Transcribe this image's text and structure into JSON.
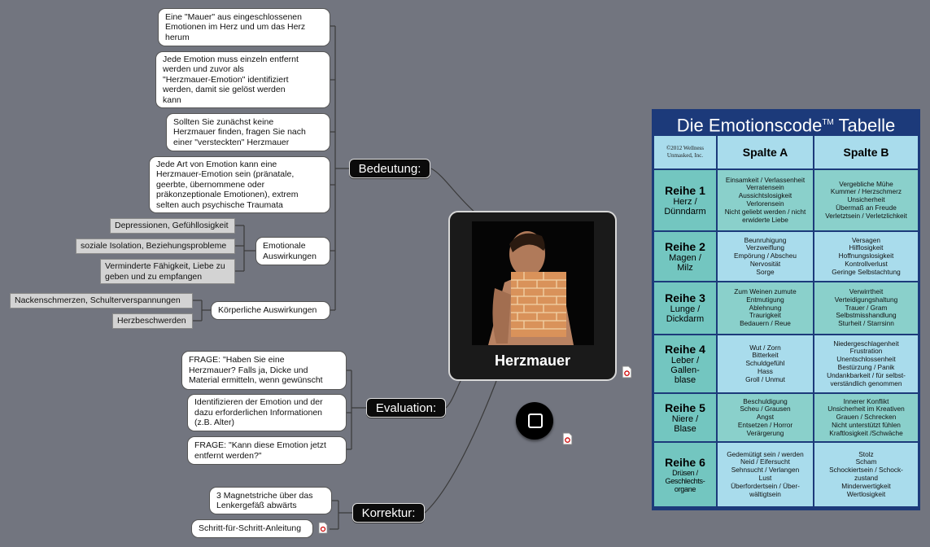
{
  "central": {
    "title": "Herzmauer"
  },
  "branches": {
    "bedeutung": "Bedeutung:",
    "evaluation": "Evaluation:",
    "korrektur": "Korrektur:"
  },
  "bedeutung_nodes": [
    "Eine \"Mauer\" aus eingeschlossenen\nEmotionen im Herz und um das Herz\nherum",
    "Jede Emotion muss einzeln entfernt\nwerden und zuvor als\n\"Herzmauer-Emotion\" identifiziert\nwerden, damit sie gelöst werden\nkann",
    "Sollten Sie zunächst keine\nHerzmauer finden, fragen Sie nach\neiner \"versteckten\" Herzmauer",
    "Jede Art von Emotion kann eine\nHerzmauer-Emotion sein (pränatale,\ngeerbte, übernommene oder\npräkonzeptionale Emotionen), extrem\nselten auch psychische Traumata",
    "Emotionale\nAuswirkungen",
    "Körperliche Auswirkungen"
  ],
  "emotional_effects": [
    "Depressionen, Gefühllosigkeit",
    "soziale Isolation, Beziehungsprobleme",
    "Verminderte Fähigkeit, Liebe zu\ngeben und zu empfangen"
  ],
  "physical_effects": [
    "Nackenschmerzen, Schulterverspannungen",
    "Herzbeschwerden"
  ],
  "evaluation_nodes": [
    "FRAGE: \"Haben Sie eine\nHerzmauer? Falls ja, Dicke und\nMaterial ermitteln, wenn gewünscht",
    "Identifizieren der Emotion und der\ndazu erforderlichen Informationen\n(z.B. Alter)",
    "FRAGE: \"Kann diese Emotion jetzt\nentfernt werden?\""
  ],
  "korrektur_nodes": [
    "3 Magnetstriche über das\nLenkergefäß abwärts",
    "Schritt-für-Schritt-Anleitung"
  ],
  "icons": [
    "pdf-icon",
    "square-icon"
  ],
  "colors": {
    "background": "#72757f",
    "table_bg": "#1c3a7a",
    "table_light": "#a9dcec",
    "table_teal": "#73c6c0"
  },
  "table": {
    "title": "Die Emotionscode",
    "trademark": "TM",
    "title_suffix": "Tabelle",
    "copyright": "©2012 Wellness\nUnmasked, Inc.",
    "col_a": "Spalte A",
    "col_b": "Spalte B",
    "rows": [
      {
        "name": "Reihe 1",
        "organ": "Herz /\nDünndarm",
        "a": "Einsamkeit / Verlassenheit\nVerratensein\nAussichtslosigkeit\nVerlorensein\nNicht geliebt werden / nicht\nerwiderte Liebe",
        "b": "Vergebliche Mühe\nKummer / Herzschmerz\nUnsicherheit\nÜbermaß an Freude\nVerletztsein / Verletzlichkeit"
      },
      {
        "name": "Reihe 2",
        "organ": "Magen /\nMilz",
        "a": "Beunruhigung\nVerzweiflung\nEmpörung / Abscheu\nNervosität\nSorge",
        "b": "Versagen\nHilflosigkeit\nHoffnungslosigkeit\nKontrollverlust\nGeringe Selbstachtung"
      },
      {
        "name": "Reihe 3",
        "organ": "Lunge /\nDickdarm",
        "a": "Zum Weinen zumute\nEntmutigung\nAblehnung\nTraurigkeit\nBedauern / Reue",
        "b": "Verwirrtheit\nVerteidigungshaltung\nTrauer / Gram\nSelbstmisshandlung\nSturheit / Starrsinn"
      },
      {
        "name": "Reihe 4",
        "organ": "Leber /\nGallen-\nblase",
        "a": "Wut / Zorn\nBitterkeit\nSchuldgefühl\nHass\nGroll / Unmut",
        "b": "Niedergeschlagenheit\nFrustration\nUnentschlossenheit\nBestürzung / Panik\nUndankbarkeit / für selbst-\nverständlich genommen"
      },
      {
        "name": "Reihe 5",
        "organ": "Niere /\nBlase",
        "a": "Beschuldigung\nScheu / Grausen\nAngst\nEntsetzen / Horror\nVerärgerung",
        "b": "Innerer Konflikt\nUnsicherheit im Kreativen\nGrauen / Schrecken\nNicht unterstützt fühlen\nKraftlosigkeit /Schwäche"
      },
      {
        "name": "Reihe 6",
        "organ": "Drüsen /\nGeschlechts-\norgane",
        "a": "Gedemütigt sein / werden\nNeid / Eifersucht\nSehnsucht / Verlangen\nLust\nÜberfordertsein / Über-\nwältigtsein",
        "b": "Stolz\nScham\nSchockiertsein / Schock-\nzustand\nMinderwertigkeit\nWertlosigkeit"
      }
    ]
  }
}
